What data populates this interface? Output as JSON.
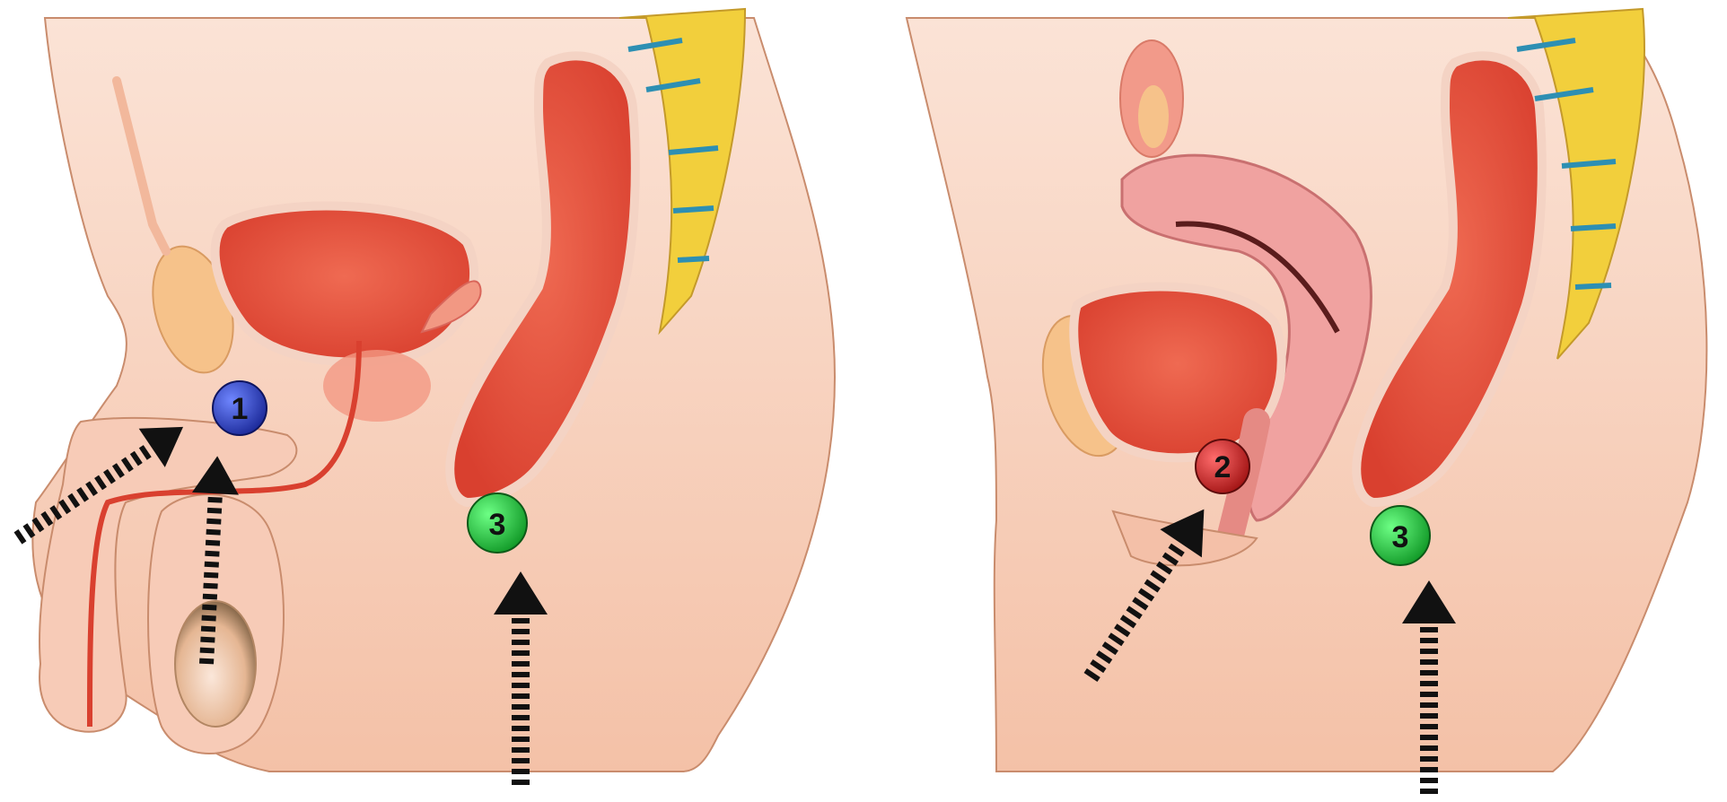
{
  "markers": [
    {
      "id": "1",
      "label": "1",
      "color": "#2c3fb8",
      "panel": "male"
    },
    {
      "id": "2",
      "label": "2",
      "color": "#c62828",
      "panel": "female"
    },
    {
      "id": "3a",
      "label": "3",
      "color": "#1fb93a",
      "panel": "male"
    },
    {
      "id": "3b",
      "label": "3",
      "color": "#1fb93a",
      "panel": "female"
    }
  ],
  "colors": {
    "skin": "#f9d3bf",
    "skin_dark": "#f2b89c",
    "organ": "#ea5a45",
    "organ_light": "#f29883",
    "bone": "#f2cf3c",
    "disc": "#2d8fb3",
    "uterus": "#f0a2a0",
    "fat_pad": "#f6c28a",
    "arrow": "#111111"
  },
  "panels": [
    "male-sagittal-section",
    "female-sagittal-section"
  ]
}
